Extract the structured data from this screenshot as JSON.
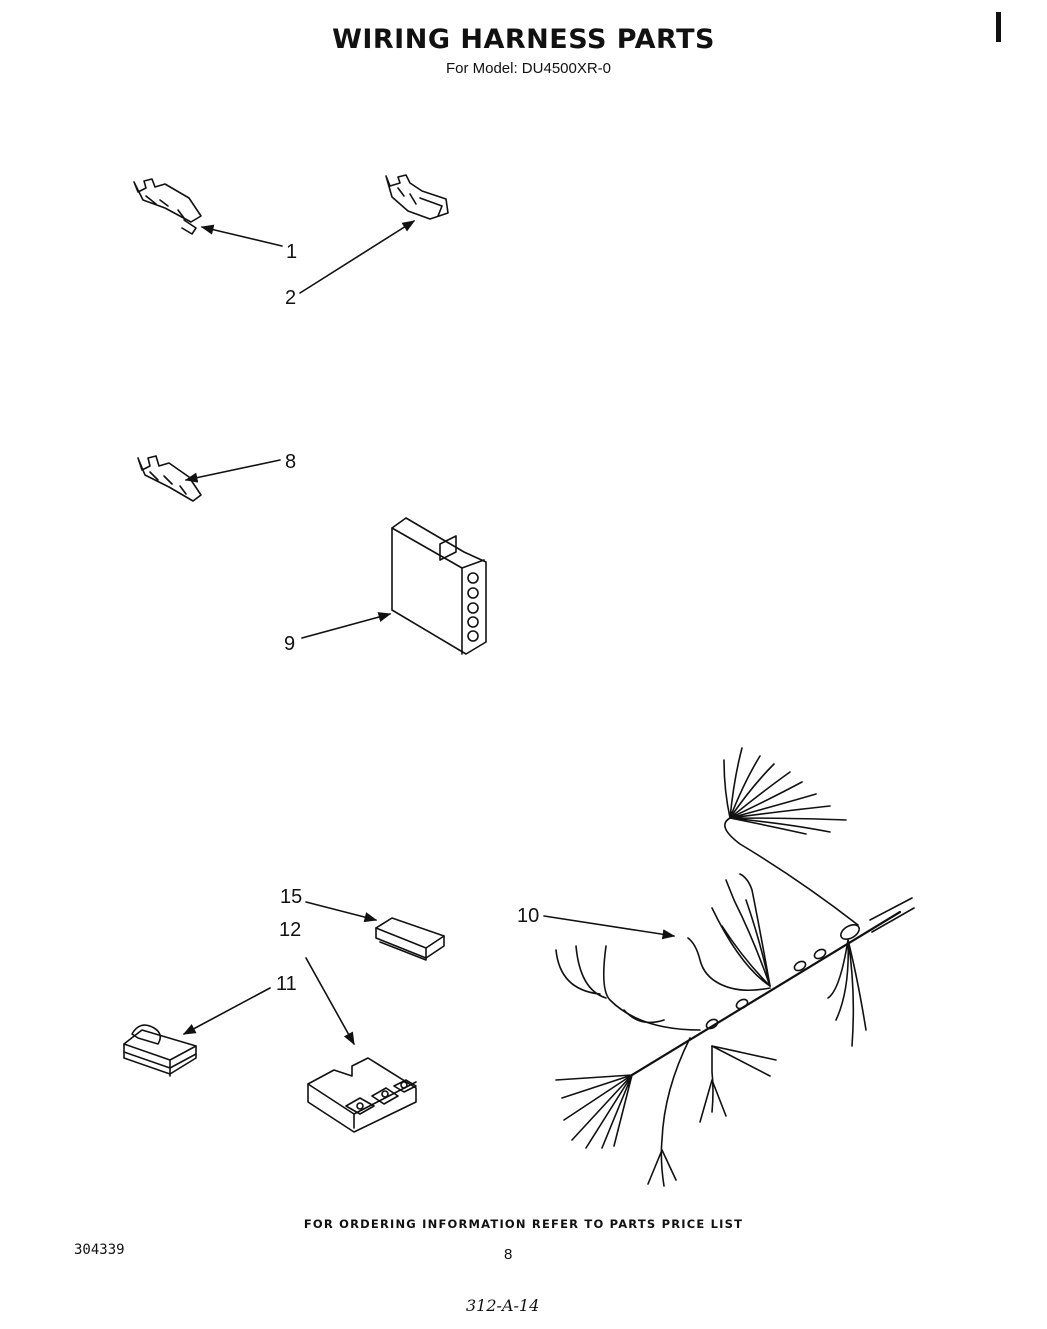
{
  "header": {
    "title": "WIRING HARNESS PARTS",
    "subtitle": "For Model: DU4500XR-0"
  },
  "callouts": {
    "c1": "1",
    "c2": "2",
    "c8": "8",
    "c9": "9",
    "c10": "10",
    "c11": "11",
    "c12": "12",
    "c15": "15"
  },
  "footer": {
    "ordering_note": "FOR ORDERING INFORMATION REFER TO PARTS PRICE LIST",
    "doc_number": "304339",
    "page_number": "8",
    "handwritten_note": "312-A-14"
  }
}
